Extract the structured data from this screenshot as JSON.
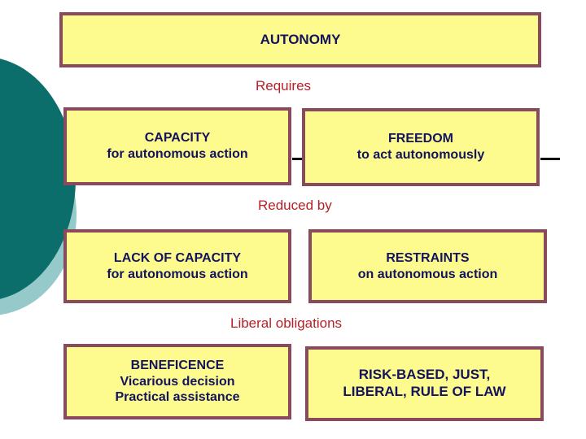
{
  "slide": {
    "title": "AUTONOMY",
    "background": "#ffffff",
    "colors": {
      "box_fill": "#FDFB8E",
      "box_border": "#8A4A5E",
      "box_text": "#13135E",
      "caption_text": "#B82025",
      "circle_dark": "#0B6E6B",
      "circle_light": "#96C9C9",
      "connector": "#000000"
    }
  },
  "decorations": {
    "circle_dark_name": "dark-teal-circle",
    "circle_light_name": "light-teal-circle"
  },
  "nodes": {
    "autonomy": {
      "lines": [
        "AUTONOMY"
      ]
    },
    "capacity": {
      "lines": [
        "CAPACITY",
        "for autonomous action"
      ]
    },
    "freedom": {
      "lines": [
        "FREEDOM",
        "to act autonomously"
      ]
    },
    "lack_capacity": {
      "lines": [
        "LACK OF CAPACITY",
        "for autonomous action"
      ]
    },
    "restraints": {
      "lines": [
        "RESTRAINTS",
        "on autonomous action"
      ]
    },
    "beneficence": {
      "lines": [
        "BENEFICENCE",
        "Vicarious decision",
        "Practical assistance"
      ]
    },
    "risk_based": {
      "lines": [
        "RISK-BASED, JUST,",
        "LIBERAL, RULE OF LAW"
      ]
    }
  },
  "captions": {
    "requires": "Requires",
    "reduced_by": "Reduced by",
    "liberal_obligations": "Liberal obligations"
  }
}
